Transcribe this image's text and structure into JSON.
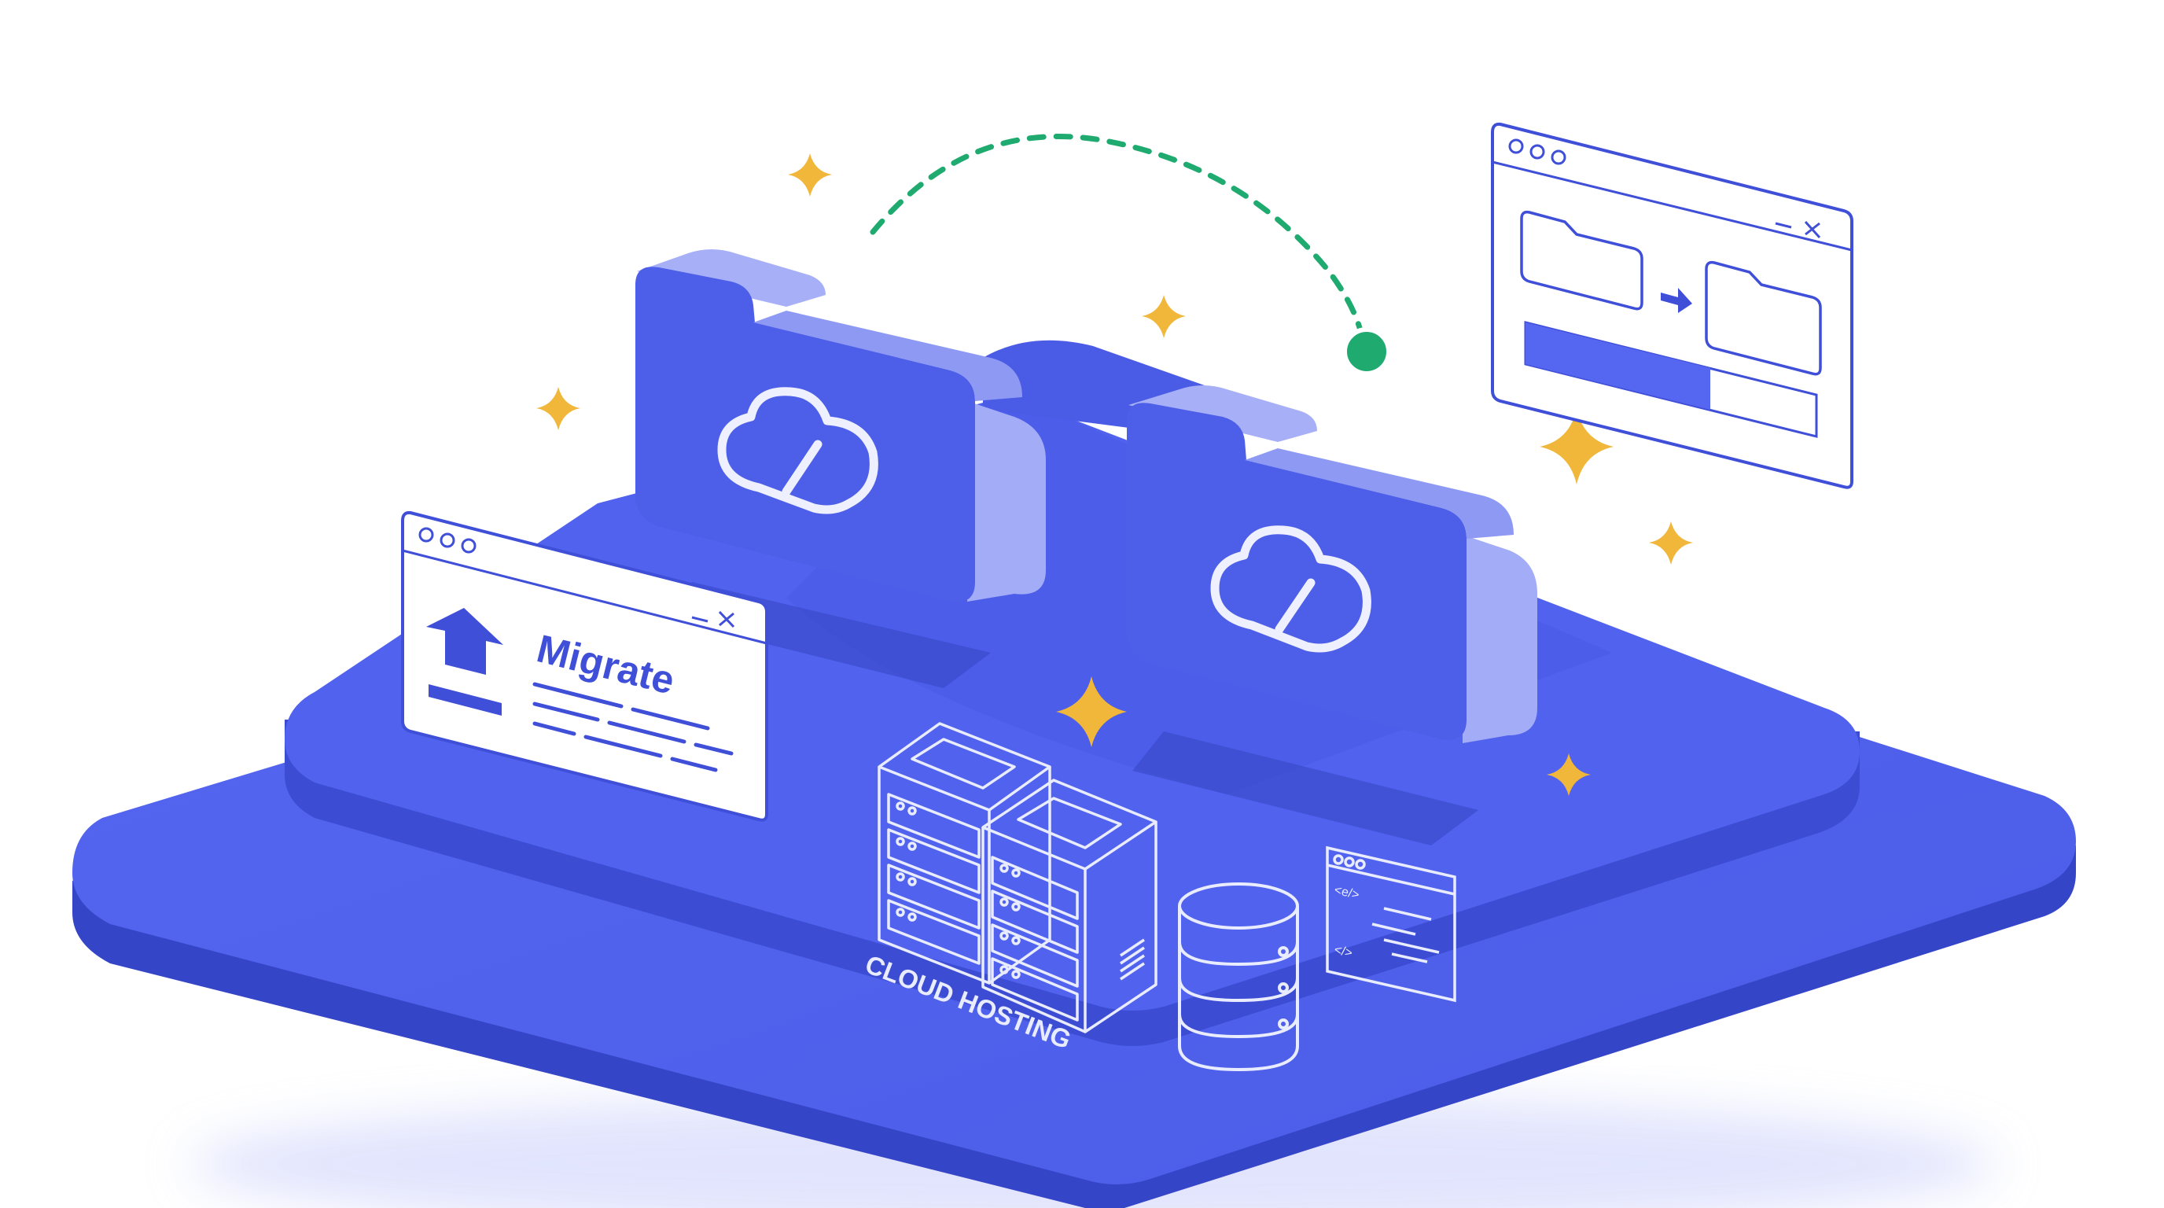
{
  "scene": {
    "migrate_window": {
      "title": "Migrate"
    },
    "server_label": "CLOUD HOSTING",
    "code_window": {
      "tags": [
        "<e/>",
        "</>"
      ]
    }
  },
  "colors": {
    "background": "#ffffff",
    "platform_blue": "#4f63f0",
    "platform_side": "#3545c8",
    "folder_light": "#a3acf6",
    "accent_green": "#1faa6f",
    "sparkle_gold": "#f0b73a",
    "outline_blue": "#3f4fd8"
  }
}
